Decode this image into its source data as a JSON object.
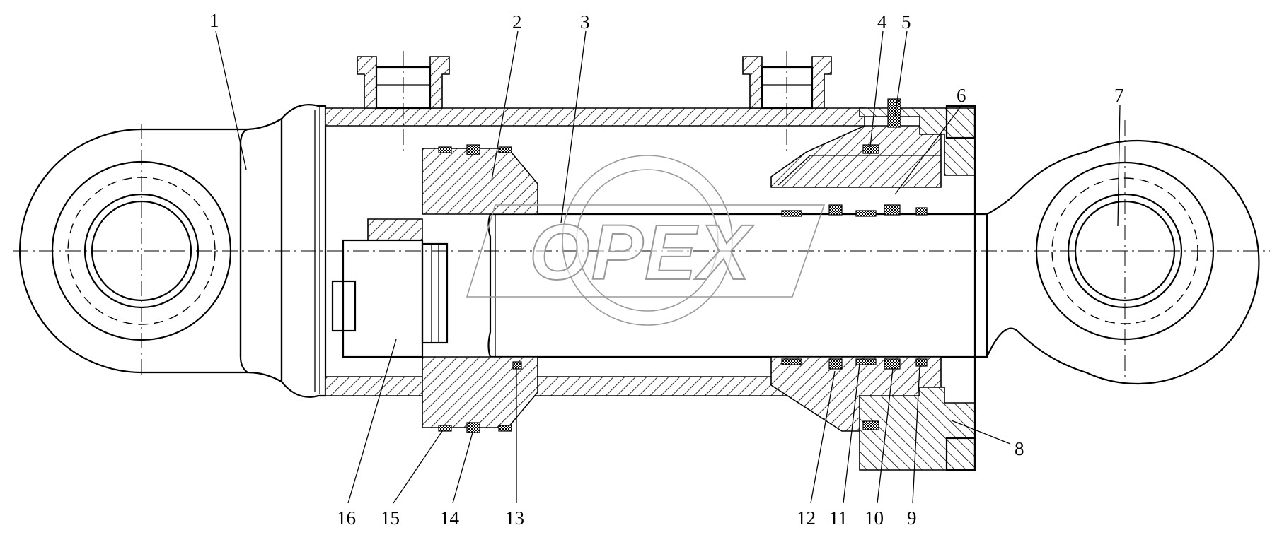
{
  "callouts": [
    "1",
    "2",
    "3",
    "4",
    "5",
    "6",
    "7",
    "8",
    "9",
    "10",
    "11",
    "12",
    "13",
    "14",
    "15",
    "16"
  ],
  "watermark": {
    "text": "OPEX",
    "color": "#9a9a9a"
  },
  "colors": {
    "line": "#000000",
    "background": "#ffffff"
  }
}
